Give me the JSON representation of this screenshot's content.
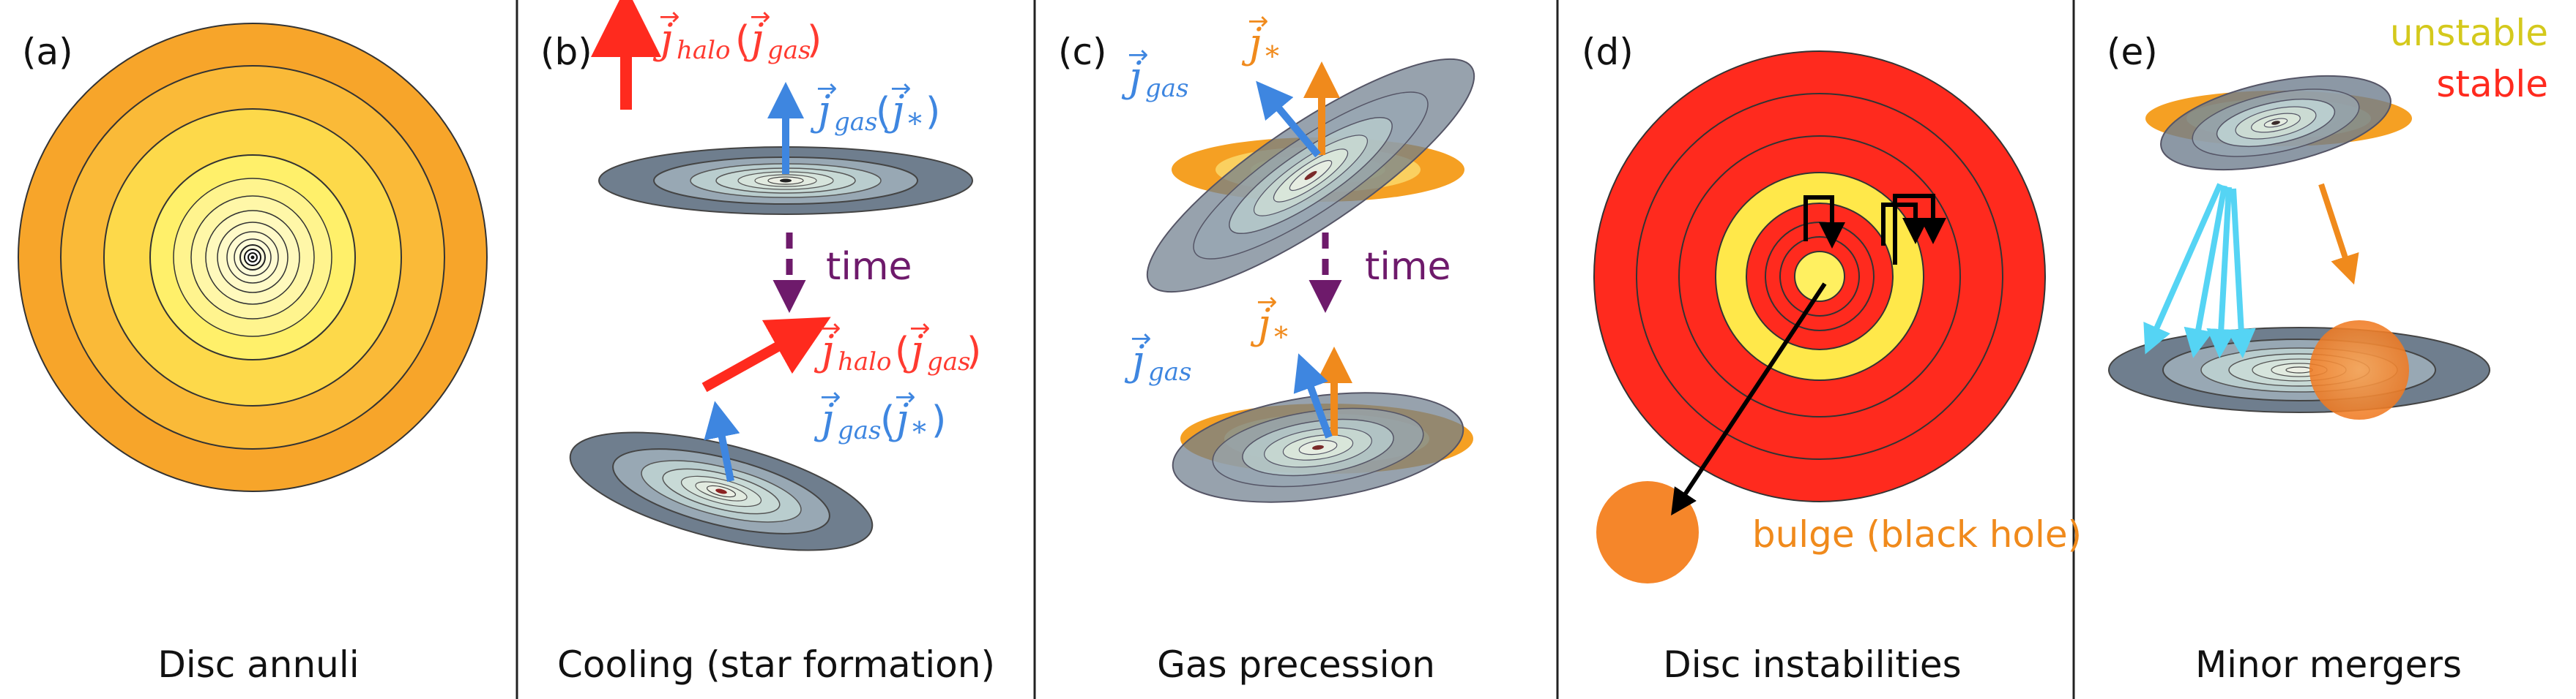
{
  "colors": {
    "orange": "#F5A023",
    "deep_orange": "#F08A1C",
    "yellow": "#FFE84A",
    "light_yellow": "#FFF8A8",
    "red": "#FF2A1E",
    "unstable_yellow": "#D4C91C",
    "blue": "#3E86E0",
    "cyan": "#55D4F4",
    "purple": "#6E1A6B",
    "gray_disc": "#6F7E8E",
    "teal_disc": "#B9CDCE",
    "black": "#000000"
  },
  "panels": [
    {
      "label": "(a)",
      "caption": "Disc annuli"
    },
    {
      "label": "(b)",
      "caption": "Cooling (star formation)"
    },
    {
      "label": "(c)",
      "caption": "Gas precession"
    },
    {
      "label": "(d)",
      "caption": "Disc instabilities"
    },
    {
      "label": "(e)",
      "caption": "Minor mergers"
    }
  ],
  "b": {
    "j_halo": "j",
    "halo_sub": "halo",
    "j_gas": "j",
    "gas_sub": "gas",
    "j_star": "j",
    "star_sub": "*",
    "lparen": "(",
    "rparen": ")",
    "time": "time"
  },
  "c": {
    "j_gas": "j",
    "gas_sub": "gas",
    "j_star": "j",
    "star_sub": "*",
    "time": "time"
  },
  "d": {
    "unstable": "unstable",
    "stable": "stable",
    "bulge": "bulge (black hole)"
  }
}
